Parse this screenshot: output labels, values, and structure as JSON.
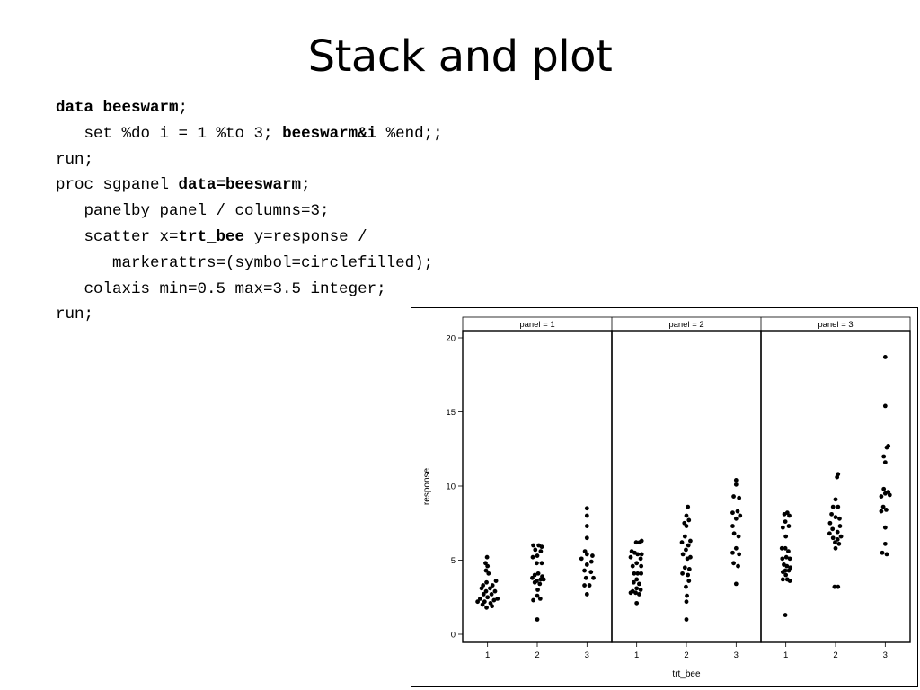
{
  "slide": {
    "title": "Stack and plot"
  },
  "code_lines": [
    {
      "indent": "",
      "segments": [
        {
          "t": "data beeswarm",
          "b": true
        },
        {
          "t": ";",
          "b": false
        }
      ]
    },
    {
      "indent": "   ",
      "segments": [
        {
          "t": "set %do i = 1 %to 3; ",
          "b": false
        },
        {
          "t": "beeswarm&i",
          "b": true
        },
        {
          "t": " %end;;",
          "b": false
        }
      ]
    },
    {
      "indent": "",
      "segments": [
        {
          "t": "run;",
          "b": false
        }
      ]
    },
    {
      "indent": "",
      "segments": [
        {
          "t": "proc sgpanel ",
          "b": false
        },
        {
          "t": "data=beeswarm",
          "b": true
        },
        {
          "t": ";",
          "b": false
        }
      ]
    },
    {
      "indent": "   ",
      "segments": [
        {
          "t": "panelby panel / columns=3;",
          "b": false
        }
      ]
    },
    {
      "indent": "   ",
      "segments": [
        {
          "t": "scatter x=",
          "b": false
        },
        {
          "t": "trt_bee",
          "b": true
        },
        {
          "t": " y=response /",
          "b": false
        }
      ]
    },
    {
      "indent": "      ",
      "segments": [
        {
          "t": "markerattrs=(symbol=circlefilled);",
          "b": false
        }
      ]
    },
    {
      "indent": "   ",
      "segments": [
        {
          "t": "colaxis min=0.5 max=3.5 integer;",
          "b": false
        }
      ]
    },
    {
      "indent": "",
      "segments": [
        {
          "t": "run;",
          "b": false
        }
      ]
    }
  ],
  "chart_data": {
    "type": "scatter",
    "xlabel": "trt_bee",
    "ylabel": "response",
    "xlim": [
      0.5,
      3.5
    ],
    "ylim": [
      0,
      21
    ],
    "x_ticks": [
      "1",
      "2",
      "3"
    ],
    "y_ticks": [
      0,
      5,
      10,
      15,
      20
    ],
    "grid": false,
    "marker_color": "#000000",
    "panels": [
      {
        "label": "panel = 1",
        "groups": [
          {
            "x": 1,
            "points": [
              {
                "dx": -0.01,
                "y": 5.2
              },
              {
                "dx": -0.04,
                "y": 4.8
              },
              {
                "dx": 0.0,
                "y": 4.6
              },
              {
                "dx": -0.03,
                "y": 4.3
              },
              {
                "dx": 0.02,
                "y": 4.1
              },
              {
                "dx": 0.17,
                "y": 3.6
              },
              {
                "dx": -0.02,
                "y": 3.5
              },
              {
                "dx": -0.09,
                "y": 3.3
              },
              {
                "dx": 0.1,
                "y": 3.3
              },
              {
                "dx": -0.12,
                "y": 3.1
              },
              {
                "dx": 0.05,
                "y": 3.1
              },
              {
                "dx": -0.03,
                "y": 2.9
              },
              {
                "dx": 0.15,
                "y": 2.9
              },
              {
                "dx": -0.08,
                "y": 2.7
              },
              {
                "dx": 0.08,
                "y": 2.7
              },
              {
                "dx": 0.0,
                "y": 2.5
              },
              {
                "dx": -0.15,
                "y": 2.4
              },
              {
                "dx": 0.2,
                "y": 2.4
              },
              {
                "dx": -0.2,
                "y": 2.2
              },
              {
                "dx": 0.13,
                "y": 2.3
              },
              {
                "dx": -0.06,
                "y": 2.2
              },
              {
                "dx": 0.06,
                "y": 2.1
              },
              {
                "dx": -0.1,
                "y": 2.0
              },
              {
                "dx": 0.09,
                "y": 1.9
              },
              {
                "dx": -0.02,
                "y": 1.8
              }
            ]
          },
          {
            "x": 2,
            "points": [
              {
                "dx": -0.08,
                "y": 6.0
              },
              {
                "dx": 0.03,
                "y": 6.0
              },
              {
                "dx": 0.09,
                "y": 5.9
              },
              {
                "dx": -0.04,
                "y": 5.7
              },
              {
                "dx": 0.07,
                "y": 5.6
              },
              {
                "dx": 0.0,
                "y": 5.3
              },
              {
                "dx": -0.09,
                "y": 5.2
              },
              {
                "dx": 0.09,
                "y": 4.8
              },
              {
                "dx": -0.01,
                "y": 4.8
              },
              {
                "dx": -0.05,
                "y": 4.0
              },
              {
                "dx": 0.02,
                "y": 4.1
              },
              {
                "dx": 0.1,
                "y": 3.9
              },
              {
                "dx": -0.1,
                "y": 3.8
              },
              {
                "dx": 0.07,
                "y": 3.7
              },
              {
                "dx": -0.01,
                "y": 3.6
              },
              {
                "dx": 0.13,
                "y": 3.7
              },
              {
                "dx": -0.05,
                "y": 3.5
              },
              {
                "dx": 0.05,
                "y": 3.4
              },
              {
                "dx": 0.01,
                "y": 3.0
              },
              {
                "dx": 0.0,
                "y": 2.6
              },
              {
                "dx": -0.08,
                "y": 2.3
              },
              {
                "dx": 0.06,
                "y": 2.4
              },
              {
                "dx": 0.0,
                "y": 1.0
              }
            ]
          },
          {
            "x": 3,
            "points": [
              {
                "dx": 0.0,
                "y": 8.5
              },
              {
                "dx": 0.0,
                "y": 8.0
              },
              {
                "dx": 0.0,
                "y": 7.3
              },
              {
                "dx": 0.0,
                "y": 6.5
              },
              {
                "dx": -0.04,
                "y": 5.6
              },
              {
                "dx": 0.0,
                "y": 5.4
              },
              {
                "dx": 0.11,
                "y": 5.3
              },
              {
                "dx": -0.11,
                "y": 5.1
              },
              {
                "dx": 0.09,
                "y": 4.9
              },
              {
                "dx": 0.0,
                "y": 4.7
              },
              {
                "dx": -0.05,
                "y": 4.3
              },
              {
                "dx": 0.08,
                "y": 4.2
              },
              {
                "dx": -0.02,
                "y": 3.8
              },
              {
                "dx": 0.13,
                "y": 3.8
              },
              {
                "dx": -0.05,
                "y": 3.3
              },
              {
                "dx": 0.05,
                "y": 3.3
              },
              {
                "dx": 0.0,
                "y": 2.7
              }
            ]
          }
        ]
      },
      {
        "label": "panel = 2",
        "groups": [
          {
            "x": 1,
            "points": [
              {
                "dx": 0.1,
                "y": 6.3
              },
              {
                "dx": -0.01,
                "y": 6.2
              },
              {
                "dx": 0.06,
                "y": 6.2
              },
              {
                "dx": -0.1,
                "y": 5.6
              },
              {
                "dx": -0.04,
                "y": 5.5
              },
              {
                "dx": 0.02,
                "y": 5.4
              },
              {
                "dx": 0.1,
                "y": 5.4
              },
              {
                "dx": -0.12,
                "y": 5.2
              },
              {
                "dx": 0.08,
                "y": 5.1
              },
              {
                "dx": 0.0,
                "y": 4.8
              },
              {
                "dx": -0.08,
                "y": 4.6
              },
              {
                "dx": 0.09,
                "y": 4.6
              },
              {
                "dx": -0.05,
                "y": 4.1
              },
              {
                "dx": 0.02,
                "y": 4.1
              },
              {
                "dx": 0.09,
                "y": 4.1
              },
              {
                "dx": 0.0,
                "y": 3.7
              },
              {
                "dx": -0.06,
                "y": 3.5
              },
              {
                "dx": 0.05,
                "y": 3.4
              },
              {
                "dx": 0.0,
                "y": 3.1
              },
              {
                "dx": -0.08,
                "y": 2.9
              },
              {
                "dx": 0.08,
                "y": 3.0
              },
              {
                "dx": -0.12,
                "y": 2.8
              },
              {
                "dx": -0.02,
                "y": 2.8
              },
              {
                "dx": 0.05,
                "y": 2.7
              },
              {
                "dx": 0.0,
                "y": 2.1
              }
            ]
          },
          {
            "x": 2,
            "points": [
              {
                "dx": 0.03,
                "y": 8.6
              },
              {
                "dx": 0.0,
                "y": 8.0
              },
              {
                "dx": 0.05,
                "y": 7.7
              },
              {
                "dx": -0.04,
                "y": 7.5
              },
              {
                "dx": 0.0,
                "y": 7.3
              },
              {
                "dx": -0.03,
                "y": 6.6
              },
              {
                "dx": 0.08,
                "y": 6.3
              },
              {
                "dx": -0.09,
                "y": 6.2
              },
              {
                "dx": 0.04,
                "y": 6.0
              },
              {
                "dx": -0.01,
                "y": 5.7
              },
              {
                "dx": -0.07,
                "y": 5.4
              },
              {
                "dx": 0.08,
                "y": 5.2
              },
              {
                "dx": 0.02,
                "y": 5.1
              },
              {
                "dx": -0.03,
                "y": 4.5
              },
              {
                "dx": 0.06,
                "y": 4.4
              },
              {
                "dx": -0.08,
                "y": 4.1
              },
              {
                "dx": 0.03,
                "y": 4.0
              },
              {
                "dx": 0.05,
                "y": 3.6
              },
              {
                "dx": -0.01,
                "y": 3.2
              },
              {
                "dx": 0.01,
                "y": 2.6
              },
              {
                "dx": 0.0,
                "y": 2.2
              },
              {
                "dx": 0.0,
                "y": 1.0
              }
            ]
          },
          {
            "x": 3,
            "points": [
              {
                "dx": 0.0,
                "y": 10.4
              },
              {
                "dx": 0.0,
                "y": 10.1
              },
              {
                "dx": -0.05,
                "y": 9.3
              },
              {
                "dx": 0.06,
                "y": 9.2
              },
              {
                "dx": 0.03,
                "y": 8.3
              },
              {
                "dx": -0.07,
                "y": 8.2
              },
              {
                "dx": 0.08,
                "y": 8.0
              },
              {
                "dx": 0.0,
                "y": 7.8
              },
              {
                "dx": -0.07,
                "y": 7.3
              },
              {
                "dx": -0.04,
                "y": 6.8
              },
              {
                "dx": 0.05,
                "y": 6.6
              },
              {
                "dx": 0.0,
                "y": 5.8
              },
              {
                "dx": -0.07,
                "y": 5.5
              },
              {
                "dx": 0.06,
                "y": 5.4
              },
              {
                "dx": -0.05,
                "y": 4.8
              },
              {
                "dx": 0.04,
                "y": 4.6
              },
              {
                "dx": 0.0,
                "y": 3.4
              }
            ]
          }
        ]
      },
      {
        "label": "panel = 3",
        "groups": [
          {
            "x": 1,
            "points": [
              {
                "dx": 0.03,
                "y": 8.2
              },
              {
                "dx": -0.03,
                "y": 8.1
              },
              {
                "dx": 0.07,
                "y": 8.0
              },
              {
                "dx": -0.01,
                "y": 7.6
              },
              {
                "dx": -0.06,
                "y": 7.2
              },
              {
                "dx": 0.06,
                "y": 7.3
              },
              {
                "dx": 0.0,
                "y": 6.6
              },
              {
                "dx": -0.08,
                "y": 5.8
              },
              {
                "dx": -0.01,
                "y": 5.8
              },
              {
                "dx": 0.05,
                "y": 5.6
              },
              {
                "dx": 0.01,
                "y": 5.2
              },
              {
                "dx": 0.08,
                "y": 5.1
              },
              {
                "dx": -0.07,
                "y": 5.1
              },
              {
                "dx": -0.04,
                "y": 4.7
              },
              {
                "dx": 0.02,
                "y": 4.6
              },
              {
                "dx": 0.09,
                "y": 4.5
              },
              {
                "dx": -0.01,
                "y": 4.3
              },
              {
                "dx": 0.06,
                "y": 4.3
              },
              {
                "dx": -0.06,
                "y": 4.2
              },
              {
                "dx": 0.0,
                "y": 4.0
              },
              {
                "dx": -0.06,
                "y": 3.7
              },
              {
                "dx": 0.03,
                "y": 3.7
              },
              {
                "dx": 0.08,
                "y": 3.6
              },
              {
                "dx": -0.01,
                "y": 1.3
              }
            ]
          },
          {
            "x": 2,
            "points": [
              {
                "dx": 0.05,
                "y": 10.8
              },
              {
                "dx": 0.03,
                "y": 10.6
              },
              {
                "dx": 0.0,
                "y": 9.1
              },
              {
                "dx": -0.05,
                "y": 8.6
              },
              {
                "dx": 0.05,
                "y": 8.6
              },
              {
                "dx": -0.08,
                "y": 8.1
              },
              {
                "dx": 0.0,
                "y": 7.9
              },
              {
                "dx": 0.08,
                "y": 7.8
              },
              {
                "dx": -0.11,
                "y": 7.5
              },
              {
                "dx": 0.09,
                "y": 7.3
              },
              {
                "dx": -0.06,
                "y": 7.1
              },
              {
                "dx": 0.04,
                "y": 6.9
              },
              {
                "dx": -0.12,
                "y": 6.8
              },
              {
                "dx": 0.11,
                "y": 6.6
              },
              {
                "dx": -0.05,
                "y": 6.5
              },
              {
                "dx": 0.04,
                "y": 6.4
              },
              {
                "dx": -0.01,
                "y": 6.2
              },
              {
                "dx": 0.07,
                "y": 6.1
              },
              {
                "dx": 0.0,
                "y": 5.8
              },
              {
                "dx": -0.02,
                "y": 3.2
              },
              {
                "dx": 0.05,
                "y": 3.2
              }
            ]
          },
          {
            "x": 3,
            "points": [
              {
                "dx": 0.0,
                "y": 18.7
              },
              {
                "dx": 0.0,
                "y": 15.4
              },
              {
                "dx": 0.06,
                "y": 12.7
              },
              {
                "dx": 0.03,
                "y": 12.6
              },
              {
                "dx": -0.03,
                "y": 12.0
              },
              {
                "dx": 0.0,
                "y": 11.6
              },
              {
                "dx": -0.03,
                "y": 9.8
              },
              {
                "dx": 0.06,
                "y": 9.6
              },
              {
                "dx": 0.0,
                "y": 9.5
              },
              {
                "dx": -0.08,
                "y": 9.3
              },
              {
                "dx": 0.09,
                "y": 9.4
              },
              {
                "dx": -0.04,
                "y": 8.6
              },
              {
                "dx": 0.02,
                "y": 8.4
              },
              {
                "dx": -0.08,
                "y": 8.3
              },
              {
                "dx": 0.0,
                "y": 7.2
              },
              {
                "dx": 0.0,
                "y": 6.1
              },
              {
                "dx": -0.06,
                "y": 5.5
              },
              {
                "dx": 0.03,
                "y": 5.4
              }
            ]
          }
        ]
      }
    ]
  }
}
